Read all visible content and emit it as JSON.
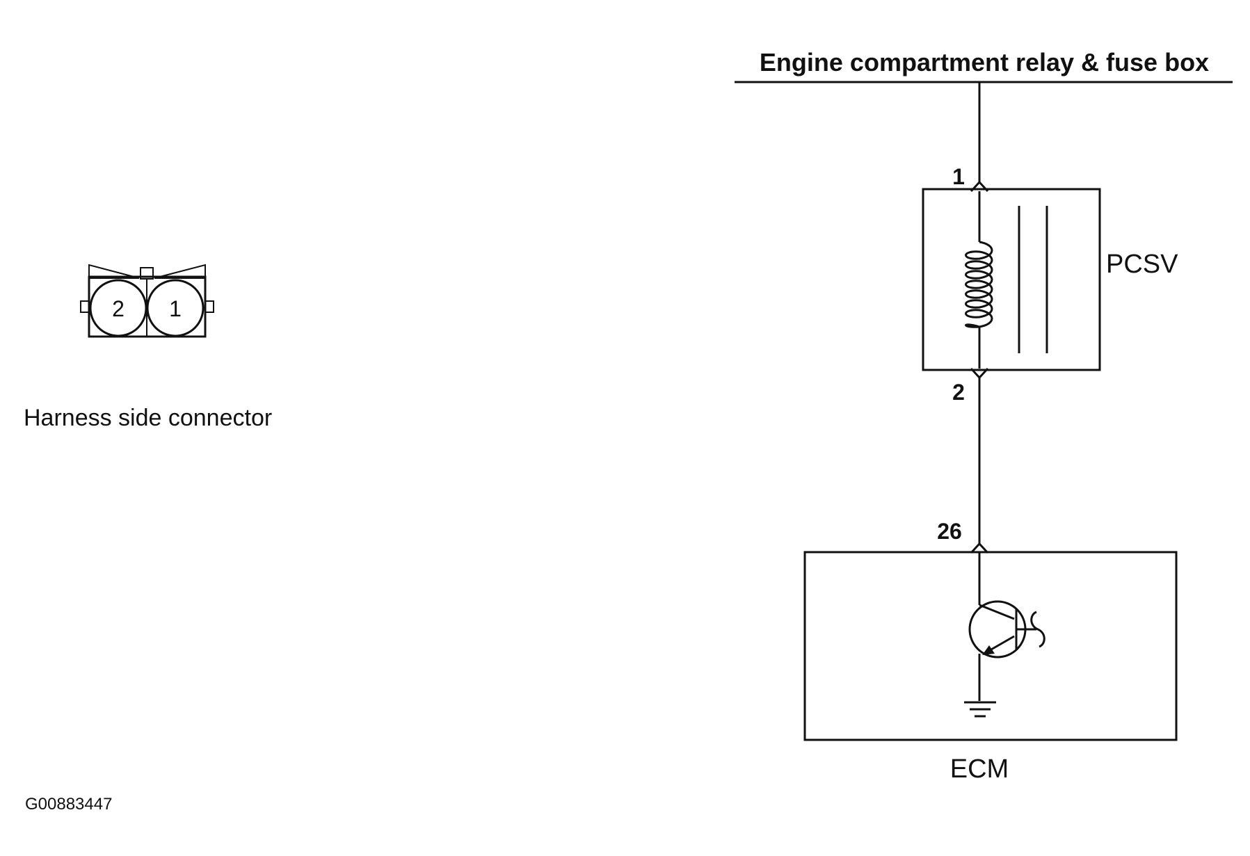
{
  "connector": {
    "pin_left": "2",
    "pin_right": "1",
    "caption": "Harness side connector"
  },
  "power_source": {
    "label": "Engine compartment relay & fuse box"
  },
  "pcsv": {
    "label": "PCSV",
    "pin_top": "1",
    "pin_bottom": "2"
  },
  "ecm": {
    "label": "ECM",
    "pin": "26"
  },
  "figure_id": "G00883447"
}
